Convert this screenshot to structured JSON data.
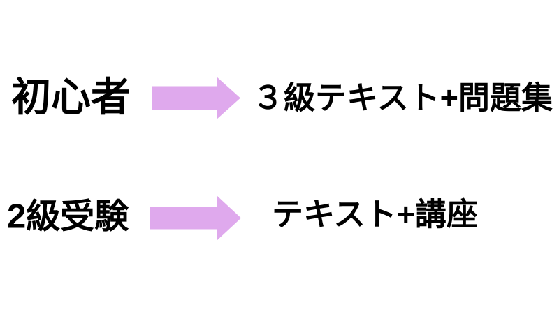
{
  "page": {
    "background_color": "#FFFFFF"
  },
  "colors": {
    "arrow": "#DFA9ED",
    "text": "#000000"
  },
  "rows": [
    {
      "level": "初心者",
      "arrow_icon": "right-arrow",
      "recommendation": "３級テキスト+問題集"
    },
    {
      "level": "2級受験",
      "arrow_icon": "right-arrow",
      "recommendation": "テキスト+講座"
    }
  ]
}
